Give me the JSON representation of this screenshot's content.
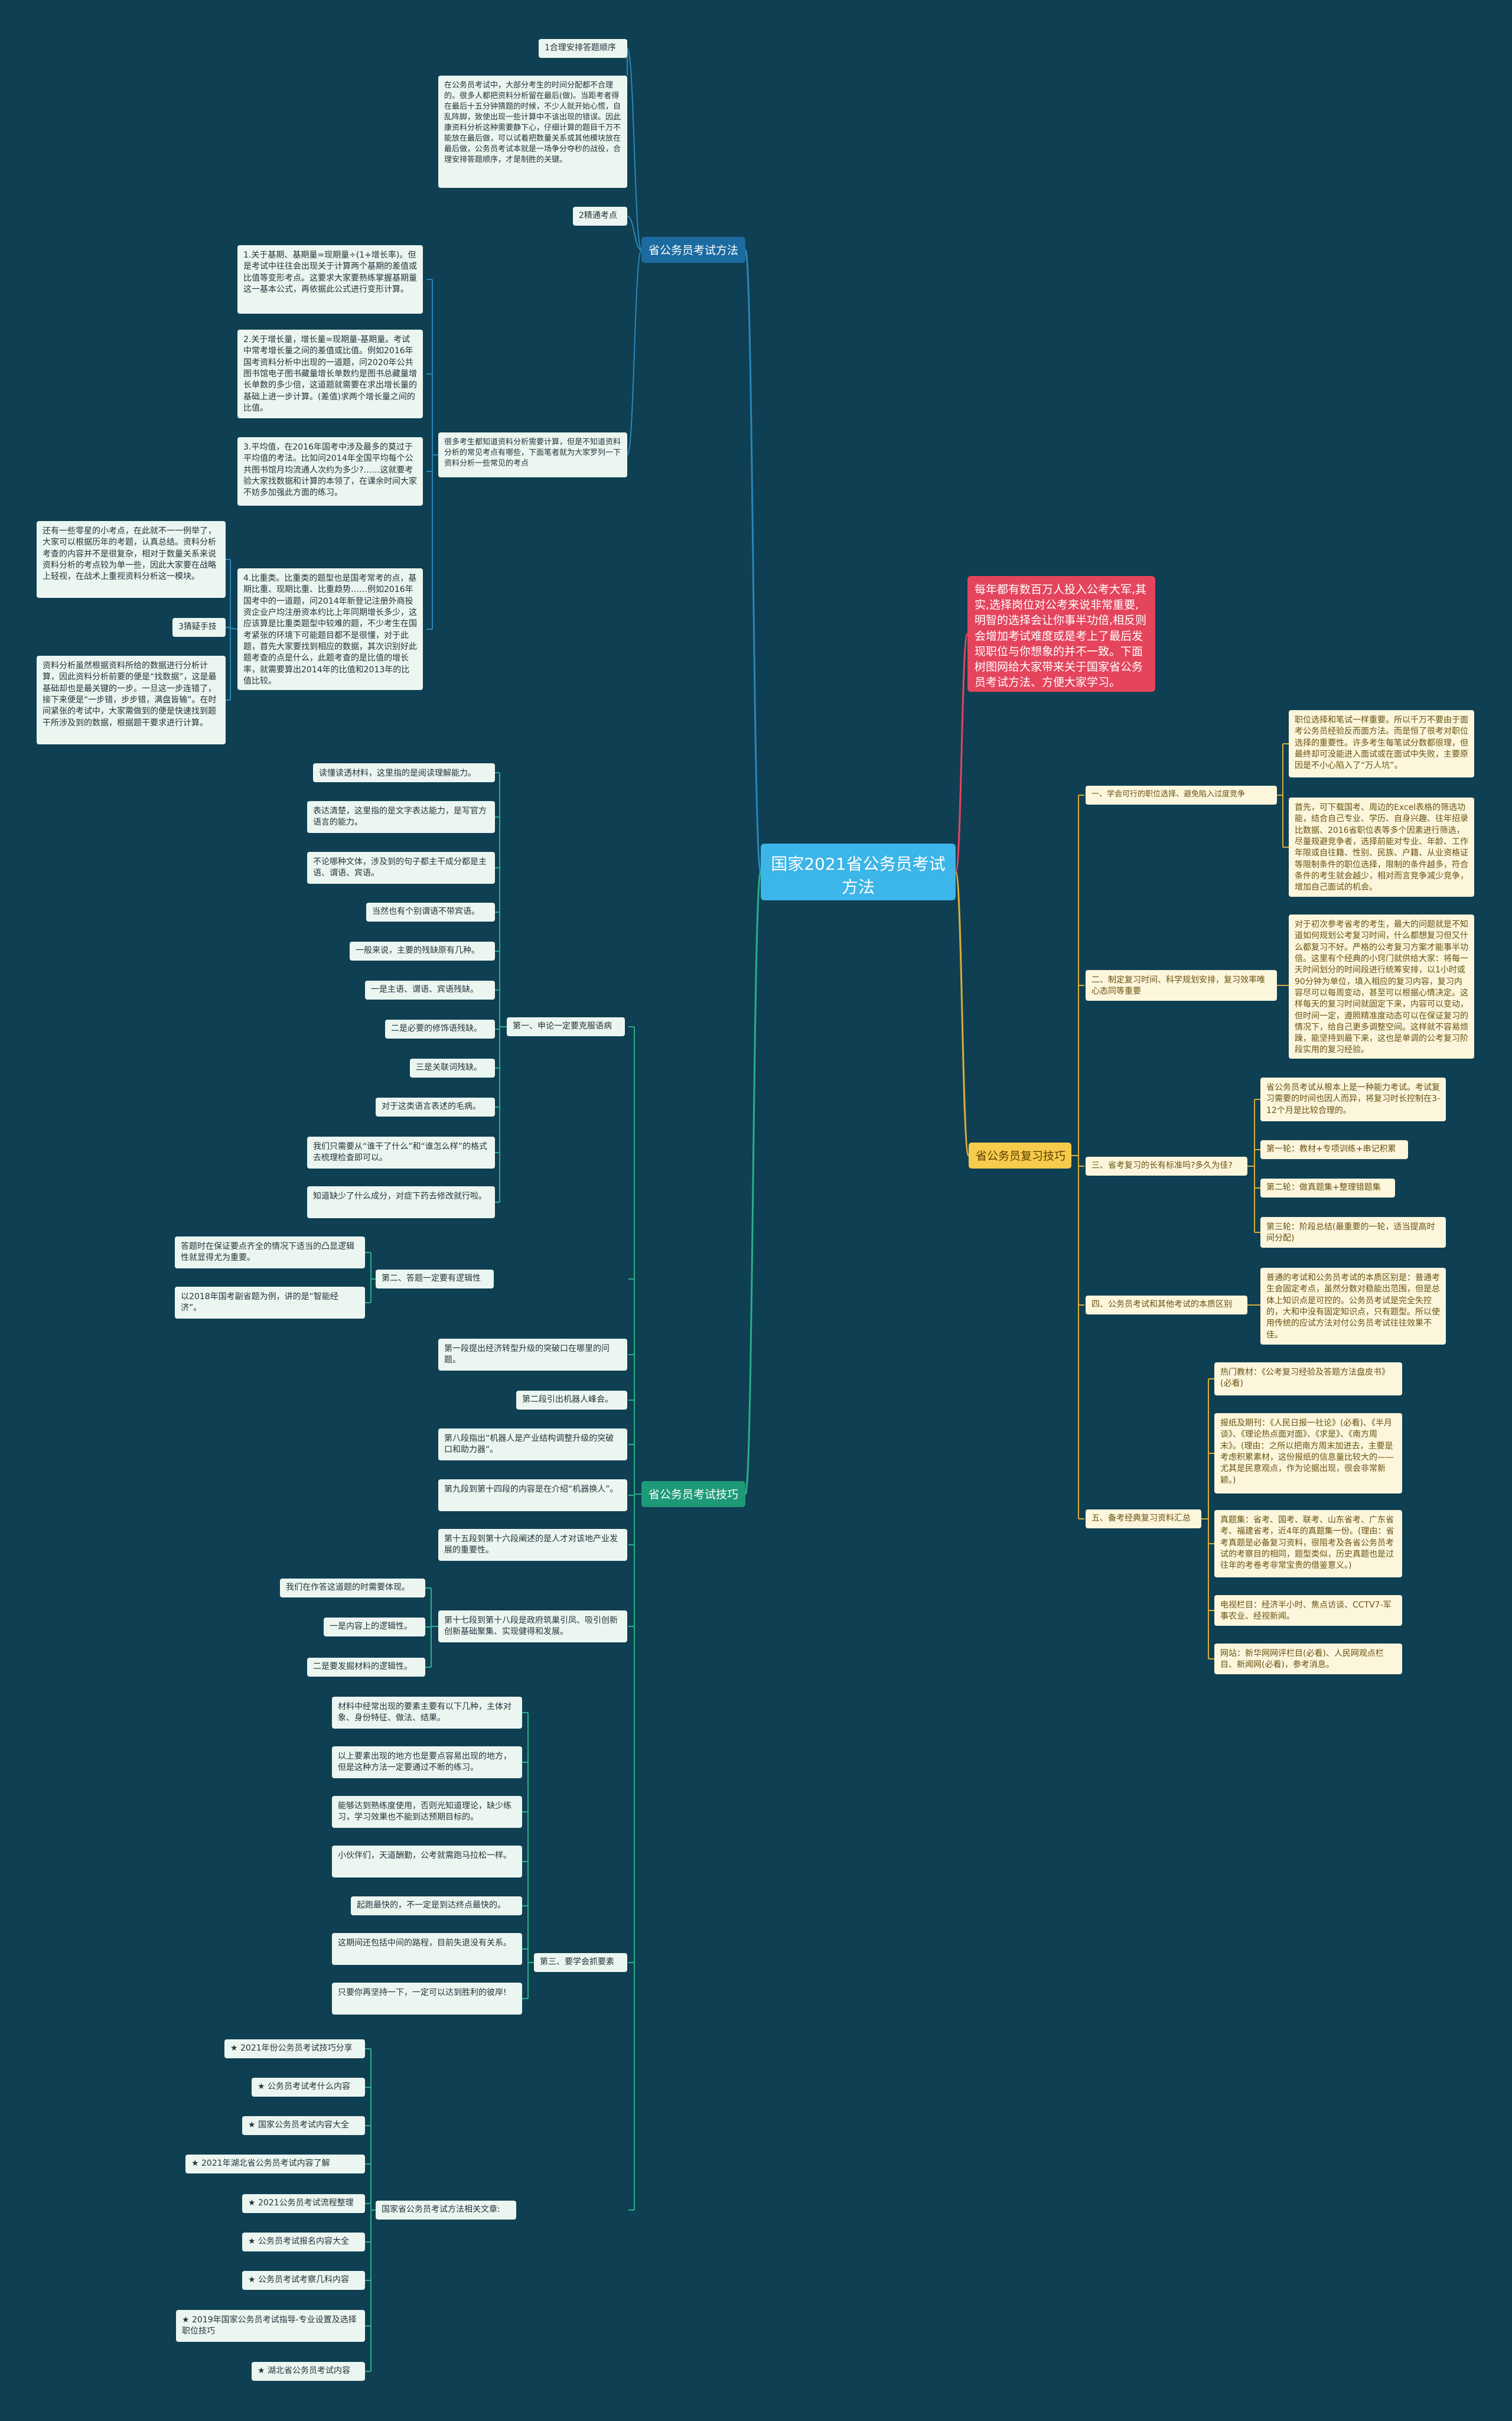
{
  "central": "国家2021省公务员考试方法",
  "intro": "每年都有数百万人投入公考大军,其实,选择岗位对公考来说非常重要,明智的选择会让你事半功倍,相反则会增加考试难度或是考上了最后发现职位与你想象的并不一致。下面树图网给大家带来关于国家省公务员考试方法、方便大家学习。",
  "b1": {
    "label": "省公务员考试方法",
    "s1": "1合理安排答题顺序",
    "s1_text": "在公务员考试中，大部分考生的时间分配都不合理的。很多人都把资料分析留在最后(做)。当距考者得在最后十五分钟猜题的时候，不少人就开始心慌，自乱阵脚，致使出现一些计算中不该出现的错误。因此康资料分析这种需要静下心，仔细计算的题目千万不能放在最后做，可以试着把数量关系或其他模块放在最后做，公务员考试本就是一场争分夺秒的战役，合理安排答题顺序，才是制胜的关键。",
    "s2": "2精通考点",
    "s2_text": "很多考生都知道资料分析需要计算，但是不知道资料分析的常见考点有哪些，下面笔者就为大家罗列一下资料分析一些常见的考点",
    "s2_items": [
      "1.关于基期、基期量=现期量÷(1+增长率)。但是考试中往往会出现关于计算两个基期的差值或比值等变形考点。这要求大家要熟练掌握基期量这一基本公式，再依据此公式进行变形计算。",
      "2.关于增长量，增长量=现期量-基期量。考试中常考增长量之间的差值或比值。例如2016年国考资料分析中出现的一道题，问2020年公共图书馆电子图书藏量增长单数约是图书总藏量增长单数的多少倍，这道题就需要在求出增长量的基础上进一步计算。(差值)求两个增长量之间的比值。",
      "3.平均值，在2016年国考中涉及最多的莫过于平均值的考法。比如问2014年全国平均每个公共图书馆月均流通人次约为多少?……这就要考验大家找数据和计算的本领了，在课余时间大家不妨多加强此方面的练习。",
      "4.比重类。比重类的题型也是国考常考的点，基期比重、现期比重、比重趋势……例如2016年国考中的一道题，问2014年新登记注册外商投资企业户均注册资本约比上年同期增长多少，这应该算是比重类题型中较难的题，不少考生在国考紧张的环境下可能题目都不是很懂，对于此题，首先大家要找到相应的数据，其次识别好此题考查的点是什么，此题考查的是比值的增长率，就需要算出2014年的比值和2013年的比值比较。"
    ],
    "s3": "3猜疑手技",
    "s3_texts": [
      "还有一些零星的小考点，在此就不一一例举了，大家可以根据历年的考题，认真总结。资料分析考查的内容并不是很复杂，相对于数量关系来说资料分析的考点较为单一些，因此大家要在战略上轻视，在战术上重视资料分析这一模块。",
      "资料分析虽然根据资料所给的数据进行分析计算，因此资料分析前要的便是“找数据”，这是最基础却也是最关键的一步。一旦这一步连错了，接下来便是“一步错，步步错，满盘皆输”。在时间紧张的考试中，大家需做到的便是快速找到题干所涉及到的数据，根据题干要求进行计算。"
    ]
  },
  "b2": {
    "label": "省公务员复习技巧",
    "items": [
      {
        "label": "一、学会可行的职位选择、避免陷入过度竞争",
        "texts": [
          "职位选择和笔试一样重要。所以千万不要由于面考公务员经验反而面方法。而是恒了很考对职位选择的重要性。许多考生每笔试分数都很理，但最终却可没能进入面试或在面试中失败，主要原因是不小心陷入了“万人坑”。",
          "首先，可下载国考、周边的Excel表格的筛选功能，结合自己专业、学历、自身兴趣、往年招录比数据、2016省职位表等多个因素进行筛选，尽量规避竞争者，选择前能对专业、年龄、工作年限或自往籍、性别、民族、户籍、从业资格证等限制条件的职位选择，限制的条件越多，符合条件的考生就会越少，相对而言竞争减少竞争，增加自己面试的机会。"
        ]
      },
      {
        "label": "二、制定复习时间、科学规划安排，复习效率唯心态同等重要",
        "texts": [
          "对于初次参考省考的考生，最大的问题就是不知道如何规划公考复习时间，什么都想复习但又什么都复习不好。严格的公考复习方案才能事半功倍。这里有个经典的小窍门就供给大家：将每一天时间划分的时间段进行统筹安排，以1小时或90分钟为单位，填入相应的复习内容，复习内容尽可以每周变动，甚至可以根据心情决定。这样每天的复习时间就固定下来，内容可以变动，但时间一定，遵照精准度动态可以在保证复习的情况下，给自己更多调整空间。这样就不容易烦躁，能坚持到最下来，这也是单调的公考复习阶段实用的复习经验。"
        ]
      },
      {
        "label": "三、省考复习的长有标准吗?多久为佳?",
        "texts": [
          "省公务员考试从根本上是一种能力考试。考试复习需要的时间也因人而异，将复习时长控制在3-12个月是比较合理的。",
          "第一轮：教材+专项训练+串记积累",
          "第二轮：做真题集+整理错题集",
          "第三轮：阶段总结(最重要的一轮，适当提高时间分配)"
        ]
      },
      {
        "label": "四、公务员考试和其他考试的本质区别",
        "texts": [
          "普通的考试和公务员考试的本质区别是：普通考生会固定考点，虽然分数对稳能出范围，但是总体上知识点是可控的。公务员考试是完全失控的，大和中没有固定知识点，只有题型。所以使用传统的应试方法对付公务员考试往往效果不佳。"
        ]
      },
      {
        "label": "五、备考经典复习资料汇总",
        "texts": [
          "热门教材：《公考复习经验及答题方法盘皮书》(必看)",
          "报纸及期刊：《人民日报一社论》(必看)、《半月谈》、《理论热点面对面》、《求是》、《南方周末》。(理由：之所以把南方周末加进去，主要是考虑积累素材，这份报纸的信息量比较大的——尤其是民意观点，作为论据出现，很会非常新颖。)",
          "真题集：省考、国考、联考、山东省考、广东省考、福建省考，近4年的真题集一份。(理由：省考真题是必备复习资料，很阻考及各省公务员考试的考察目的相同，题型类似，历史真题也是过往年的考卷考非常宝贵的借鉴意义。)",
          "电视栏目：经济半小时、焦点访谈、CCTV7-军事农业、经视新闻。",
          "网站：新华网网评栏目(必看)、人民网观点栏目、新闻网(必看)，参考消息。"
        ]
      }
    ]
  },
  "b3": {
    "label": "省公务员考试技巧",
    "g1": {
      "label": "第一、申论一定要克服语病",
      "items": [
        "读懂读透材料，这里指的是阅读理解能力。",
        "表达清楚，这里指的是文字表达能力，是写官方语言的能力。",
        "不论哪种文体，涉及到的句子都主干成分都是主语、谓语、宾语。",
        "当然也有个别谓语不带宾语。",
        "一般来说，主要的残缺原有几种。",
        "一是主语、谓语、宾语残缺。",
        "二是必要的修饰语残缺。",
        "三是关联词残缺。",
        "对于这类语言表述的毛病。",
        "我们只需要从“谁干了什么”和“谁怎么样”的格式去梳理检查即可以。",
        "知道缺少了什么成分，对症下药去修改就行啦。"
      ]
    },
    "g2": {
      "label": "第二、答题一定要有逻辑性",
      "items": [
        "答题时在保证要点齐全的情况下适当的凸显逻辑性就显得尤为重要。",
        "以2018年国考副省题为例，讲的是“智能经济”。"
      ]
    },
    "mid": [
      "第一段提出经济转型升级的突破口在哪里的问题。",
      "第二段引出机器人峰会。",
      "第八段指出“机器人是产业结构调整升级的突破口和助力器”。",
      "第九段到第十四段的内容是在介绍“机器换人”。",
      "第十五段到第十六段阐述的是人才对该地产业发展的重要性。"
    ],
    "g3": {
      "label": "第十七段到第十八段是政府筑巢引凤、吸引创新创新基础聚集、实现健得和发展。",
      "items": [
        "我们在作答这道题的时需要体现。",
        "一是内容上的逻辑性。",
        "二是要发掘材料的逻辑性。"
      ]
    },
    "g4": {
      "label": "第三、要学会抓要素",
      "items": [
        "材料中经常出现的要素主要有以下几种，主体对象、身份特征、做法、结果。",
        "以上要素出现的地方也是要点容易出现的地方，但是这种方法一定要通过不断的练习。",
        "能够达到熟练度使用，否则光知道理论，缺少练习，学习效果也不能到达预期目标的。",
        "小伙伴们，天道酬勤，公考就需跑马拉松一样。",
        "起跑最快的，不一定是到达终点最快的。",
        "这期间还包括中间的路程，目前失退没有关系。",
        "只要你再坚持一下，一定可以达到胜利的彼岸!"
      ]
    },
    "g5": {
      "label": "国家省公务员考试方法相关文章:",
      "items": [
        "★ 2021年份公务员考试技巧分享",
        "★ 公务员考试考什么内容",
        "★ 国家公务员考试内容大全",
        "★ 2021年湖北省公务员考试内容了解",
        "★ 2021公务员考试流程整理",
        "★ 公务员考试报名内容大全",
        "★ 公务员考试考察几科内容",
        "★ 2019年国家公务员考试指导-专业设置及选择职位技巧",
        "★ 湖北省公务员考试内容"
      ]
    }
  }
}
